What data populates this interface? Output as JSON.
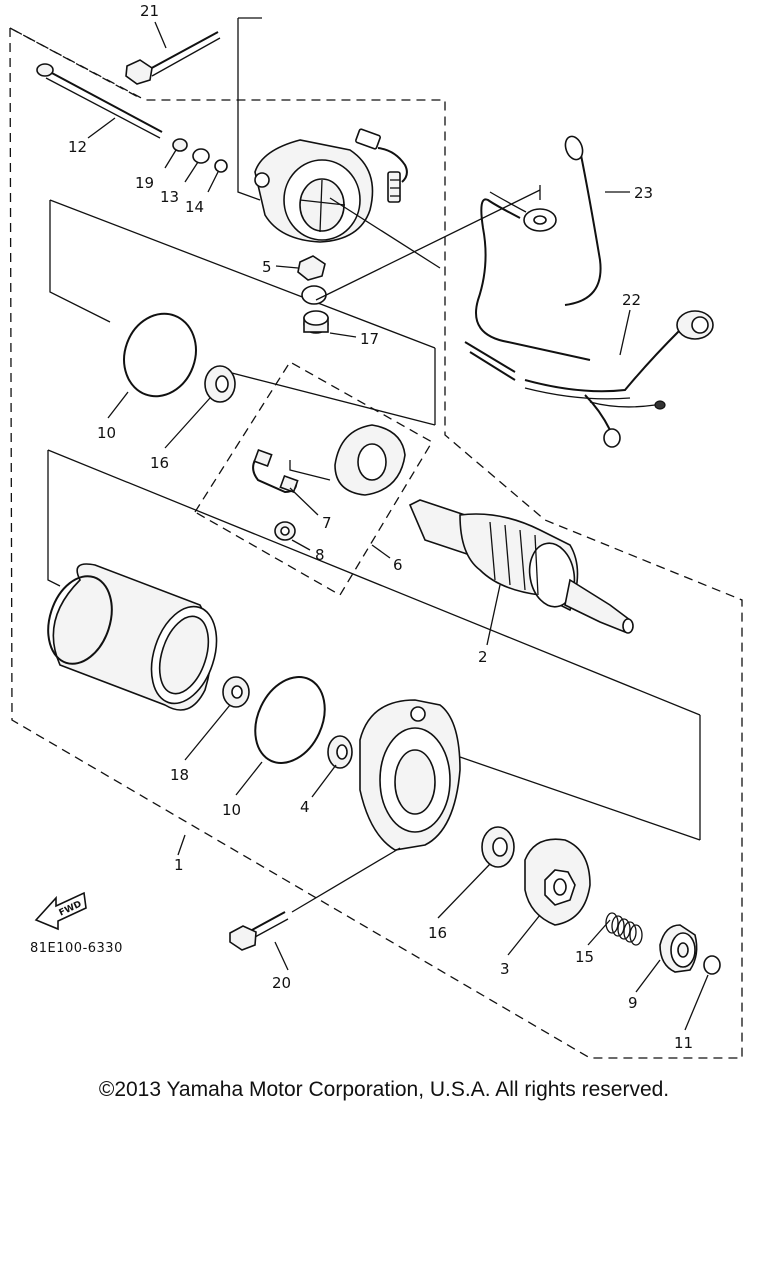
{
  "diagram": {
    "part_callouts": [
      {
        "id": "c21",
        "text": "21"
      },
      {
        "id": "c12",
        "text": "12"
      },
      {
        "id": "c19",
        "text": "19"
      },
      {
        "id": "c13",
        "text": "13"
      },
      {
        "id": "c14",
        "text": "14"
      },
      {
        "id": "c5",
        "text": "5"
      },
      {
        "id": "c17",
        "text": "17"
      },
      {
        "id": "c23",
        "text": "23"
      },
      {
        "id": "c22",
        "text": "22"
      },
      {
        "id": "c10a",
        "text": "10"
      },
      {
        "id": "c16a",
        "text": "16"
      },
      {
        "id": "c7",
        "text": "7"
      },
      {
        "id": "c8",
        "text": "8"
      },
      {
        "id": "c6",
        "text": "6"
      },
      {
        "id": "c2",
        "text": "2"
      },
      {
        "id": "c18",
        "text": "18"
      },
      {
        "id": "c10b",
        "text": "10"
      },
      {
        "id": "c4",
        "text": "4"
      },
      {
        "id": "c1",
        "text": "1"
      },
      {
        "id": "c16b",
        "text": "16"
      },
      {
        "id": "c3",
        "text": "3"
      },
      {
        "id": "c15",
        "text": "15"
      },
      {
        "id": "c9",
        "text": "9"
      },
      {
        "id": "c11",
        "text": "11"
      },
      {
        "id": "c20",
        "text": "20"
      }
    ],
    "fwd_label": "FWD",
    "diagram_code": "81E100-6330"
  },
  "footer": {
    "copyright": "©2013 Yamaha Motor Corporation, U.S.A. All rights reserved."
  },
  "colors": {
    "line": "#111111",
    "background": "#ffffff"
  },
  "icons": {
    "fwd_arrow": "fwd-arrow-icon"
  }
}
